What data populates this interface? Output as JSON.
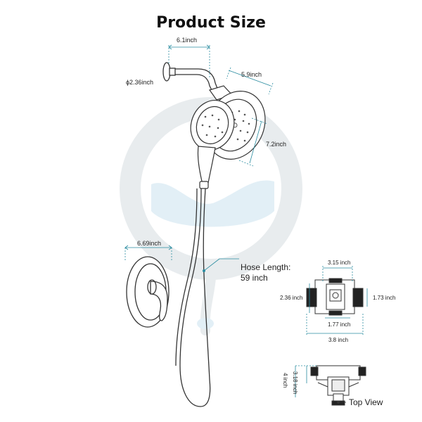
{
  "title": "Product Size",
  "dimensions": {
    "arm_length": "6.1inch",
    "flange_diameter": "ϕ2.36inch",
    "head_width": "5.9inch",
    "head_height": "7.2inch",
    "trim_width": "6.69inch",
    "hose_length_line1": "Hose Length:",
    "hose_length_line2": "59 inch"
  },
  "valve": {
    "top_width": "3.15 inch",
    "left_height": "2.36 inch",
    "right_height": "1.73 inch",
    "bottom_inner": "1.77 inch",
    "bottom_outer": "3.8 inch",
    "side_short": "3.18 inch",
    "side_long": "4 inch",
    "top_view_label": "Top View"
  },
  "colors": {
    "accent": "#2a8ca0",
    "line": "#333333",
    "watermark": "#e8ecef",
    "water": "#dcebf3"
  }
}
